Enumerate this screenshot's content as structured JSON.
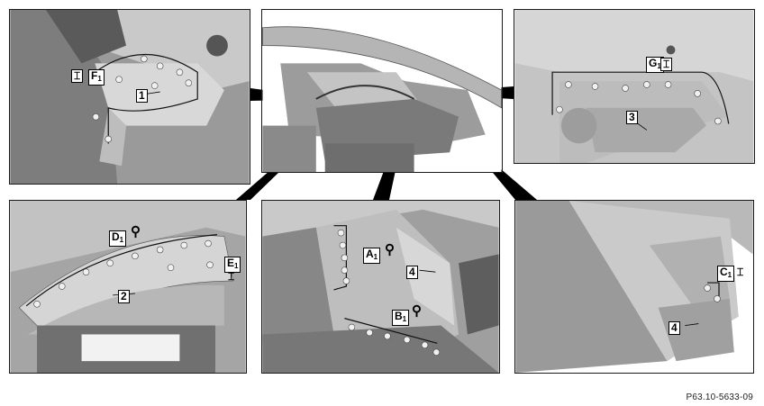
{
  "labels": {
    "tl_callout": "1",
    "tl_letter": "F",
    "tl_letter_sub": "1",
    "tr_callout": "3",
    "tr_letter": "G",
    "tr_letter_sub": "1",
    "bl_callout": "2",
    "bl_letter_d": "D",
    "bl_letter_d_sub": "1",
    "bl_letter_e": "E",
    "bl_letter_e_sub": "1",
    "bc_callout": "4",
    "bc_letter_a": "A",
    "bc_letter_a_sub": "1",
    "bc_letter_b": "B",
    "bc_letter_b_sub": "1",
    "br_callout": "4",
    "br_letter": "C",
    "br_letter_sub": "1"
  },
  "reference": "P63.10-5633-09",
  "colors": {
    "metal_light": "#d4d4d4",
    "metal_mid": "#a8a8a8",
    "metal_dark": "#6b6b6b",
    "border": "#1a1a1a",
    "connector": "#000000"
  },
  "icons": [
    "rivet-tool-icon",
    "blind-rivet-icon"
  ]
}
